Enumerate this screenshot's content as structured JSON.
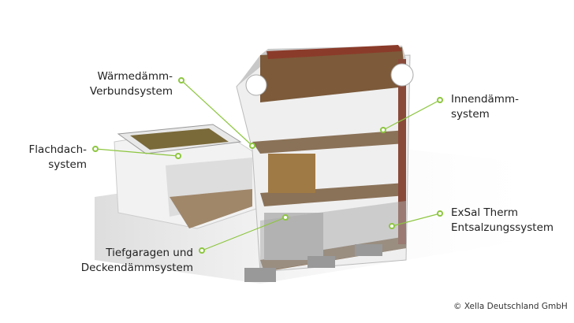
{
  "labels": {
    "waermedaemm": [
      "Wärmedämm-",
      "Verbundsystem"
    ],
    "flachdach": [
      "Flachdach-",
      "system"
    ],
    "innendaemm": [
      "Innendämm-",
      "system"
    ],
    "exsal": [
      "ExSal Therm",
      "Entsalzungssystem"
    ],
    "tiefgaragen": [
      "Tiefgaragen und",
      "Deckendämmsystem"
    ]
  },
  "copyright": "© Xella Deutschland GmbH",
  "colors": {
    "accent": "#8dc63f",
    "text": "#222222"
  }
}
